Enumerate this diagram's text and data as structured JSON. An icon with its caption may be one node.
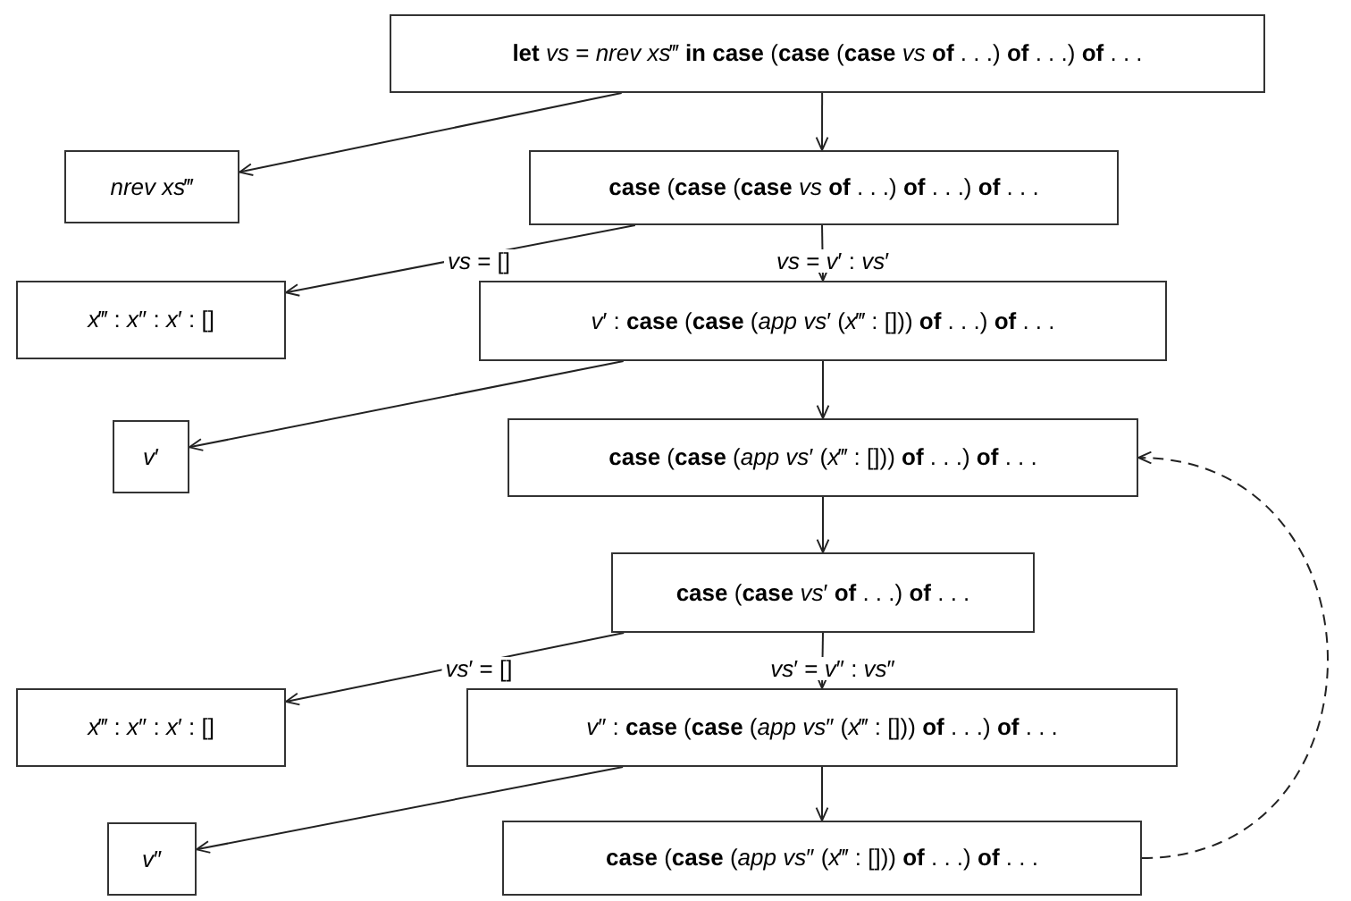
{
  "diagram": {
    "nodes": [
      {
        "text": [
          "**let** *vs* = *nrev xs*‴ **in case** (**case** (**case** *vs* **of** . . .) **of** . . .) **of** . . ."
        ]
      },
      {
        "text": [
          "*nrev xs*‴"
        ]
      },
      {
        "text": [
          "**case** (**case** (**case** *vs* **of** . . .) **of** . . .) **of** . . ."
        ]
      },
      {
        "text": [
          "*x*‴ : *x*″ : *x*′ : []"
        ]
      },
      {
        "text": [
          "*v*′ : **case** (**case** (*app vs*′ (*x*‴ : [])) **of** . . .) **of** . . ."
        ]
      },
      {
        "text": [
          "*v*′"
        ]
      },
      {
        "text": [
          "**case** (**case** (*app vs*′ (*x*‴ : [])) **of** . . .) **of** . . ."
        ]
      },
      {
        "text": [
          "**case** (**case** *vs*′ **of** . . .) **of** . . ."
        ]
      },
      {
        "text": [
          "*x*‴ : *x*″ : *x*′ : []"
        ]
      },
      {
        "text": [
          "*v*″ : **case** (**case** (*app vs*″ (*x*‴ : [])) **of** . . .) **of** . . ."
        ]
      },
      {
        "text": [
          "*v*″"
        ]
      },
      {
        "text": [
          "**case** (**case** (*app vs*″ (*x*‴ : [])) **of** . . .) **of** . . ."
        ]
      }
    ],
    "edges": [
      {
        "from": 0,
        "to": 1,
        "arrow": "to"
      },
      {
        "from": 0,
        "to": 2,
        "arrow": "to"
      },
      {
        "from": 2,
        "to": 3,
        "arrow": "to",
        "label": "*vs* = []"
      },
      {
        "from": 2,
        "to": 4,
        "arrow": "to",
        "label": "*vs* = *v*′ : *vs*′"
      },
      {
        "from": 4,
        "to": 5,
        "arrow": "to"
      },
      {
        "from": 4,
        "to": 6,
        "arrow": "to"
      },
      {
        "from": 6,
        "to": 7,
        "arrow": "to"
      },
      {
        "from": 7,
        "to": 8,
        "arrow": "to",
        "label": "*vs*′ = []"
      },
      {
        "from": 7,
        "to": 9,
        "arrow": "to",
        "label": "*vs*′ = *v*″ : *vs*″"
      },
      {
        "from": 9,
        "to": 10,
        "arrow": "to"
      },
      {
        "from": 9,
        "to": 11,
        "arrow": "to"
      },
      {
        "from": 11,
        "to": 6,
        "arrow": "to",
        "style": "dashed"
      }
    ]
  }
}
